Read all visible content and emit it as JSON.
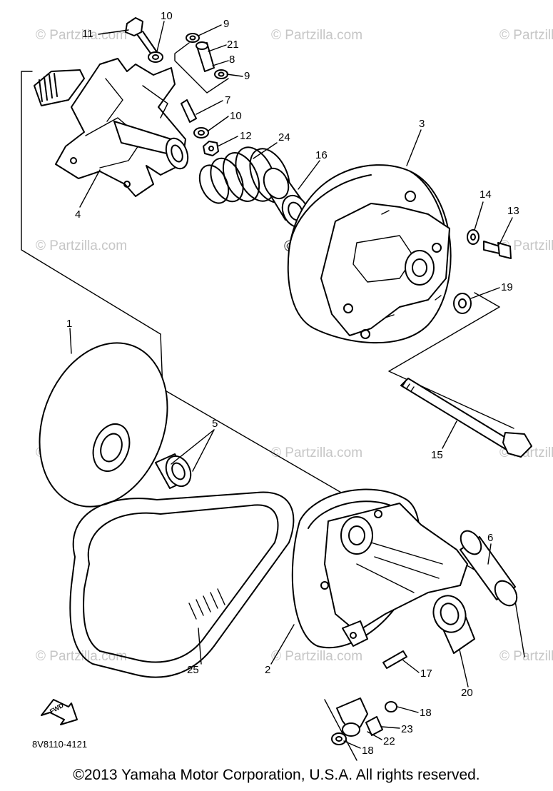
{
  "watermark": "© Partzilla.com",
  "diagram_code": "8V8110-4121",
  "fwd_label": "FWD",
  "copyright": "©2013  Yamaha Motor Corporation, U.S.A. All rights reserved.",
  "callouts": {
    "c1": "1",
    "c2": "2",
    "c3": "3",
    "c4": "4",
    "c5": "5",
    "c6": "6",
    "c7": "7",
    "c8": "8",
    "c9a": "9",
    "c9b": "9",
    "c10a": "10",
    "c10b": "10",
    "c11": "11",
    "c12": "12",
    "c13": "13",
    "c14": "14",
    "c15": "15",
    "c16": "16",
    "c17": "17",
    "c18a": "18",
    "c18b": "18",
    "c19": "19",
    "c20": "20",
    "c21": "21",
    "c22": "22",
    "c23": "23",
    "c24": "24",
    "c25": "25"
  }
}
